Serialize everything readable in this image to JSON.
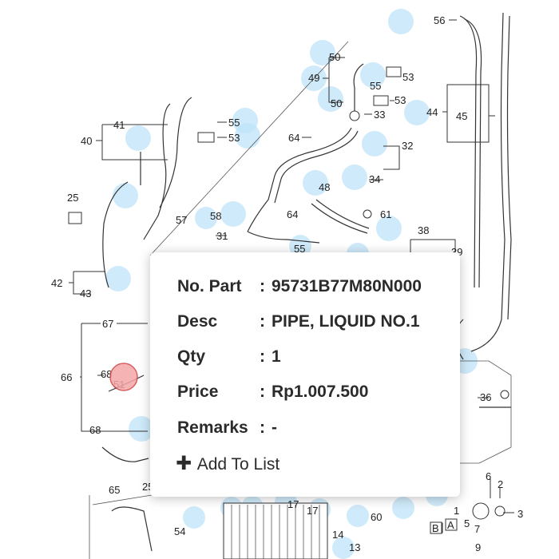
{
  "diagram": {
    "callouts": [
      "56",
      "50",
      "49",
      "55",
      "53",
      "50",
      "53",
      "33",
      "44",
      "45",
      "41",
      "55",
      "40",
      "53",
      "64",
      "32",
      "34",
      "25",
      "48",
      "57",
      "58",
      "64",
      "61",
      "31",
      "38",
      "55",
      "39",
      "42",
      "43",
      "67",
      "66",
      "68",
      "51",
      "68",
      "65",
      "25",
      "36",
      "6",
      "2",
      "3",
      "1",
      "7",
      "5",
      "9",
      "17",
      "17",
      "14",
      "60",
      "13",
      "54",
      "B",
      "A"
    ]
  },
  "popup": {
    "part_no_label": "No. Part",
    "part_no_value": "95731B77M80N000",
    "desc_label": "Desc",
    "desc_value": "PIPE, LIQUID NO.1",
    "qty_label": "Qty",
    "qty_value": "1",
    "price_label": "Price",
    "price_value": "Rp1.007.500",
    "remarks_label": "Remarks",
    "remarks_value": "-",
    "colon": ":",
    "add_label": "Add To List"
  }
}
